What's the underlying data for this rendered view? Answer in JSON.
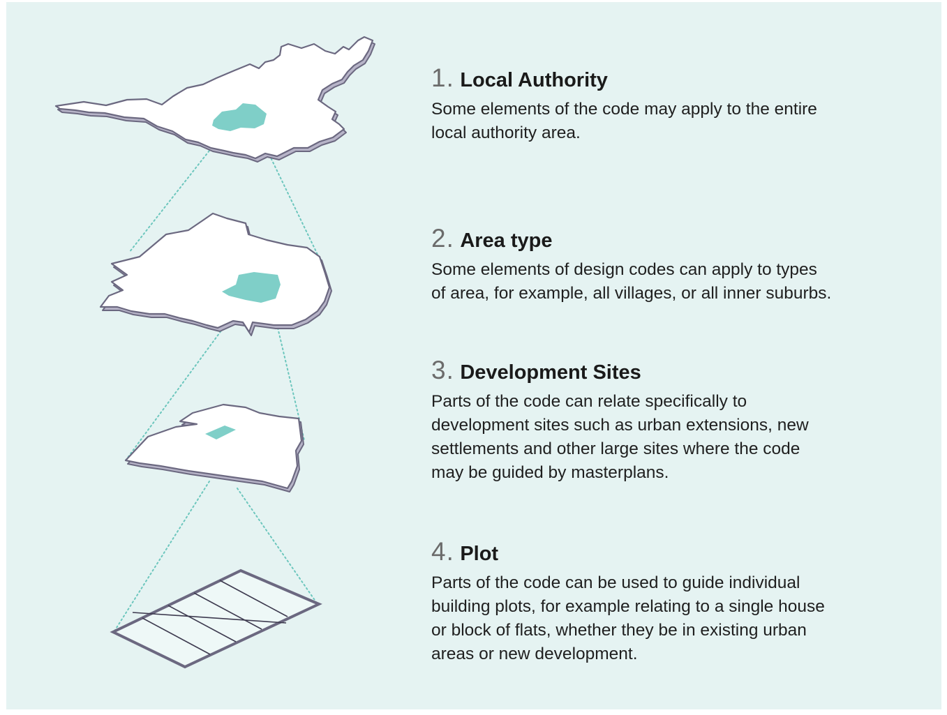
{
  "levels": [
    {
      "number": "1.",
      "title": "Local Authority",
      "description": "Some elements of the code may apply to the entire\nlocal authority area."
    },
    {
      "number": "2.",
      "title": "Area type",
      "description": "Some elements of design codes can apply to types\nof area, for example, all villages, or all inner suburbs."
    },
    {
      "number": "3.",
      "title": "Development Sites",
      "description": "Parts of the code can relate specifically to\ndevelopment sites such as urban extensions, new\nsettlements and other large sites where the code\nmay be guided by masterplans."
    },
    {
      "number": "4.",
      "title": "Plot",
      "description": "Parts of the code can be used to guide individual\nbuilding plots, for example relating to a single house\nor block of flats, whether they be in existing urban\nareas or new development."
    }
  ],
  "colors": {
    "background": "#e5f3f2",
    "shape_fill": "#ffffff",
    "shape_outline": "#6b6880",
    "shape_shadow": "#b7b4c8",
    "highlight": "#7fcfc8",
    "connector": "#6cc6bd"
  }
}
